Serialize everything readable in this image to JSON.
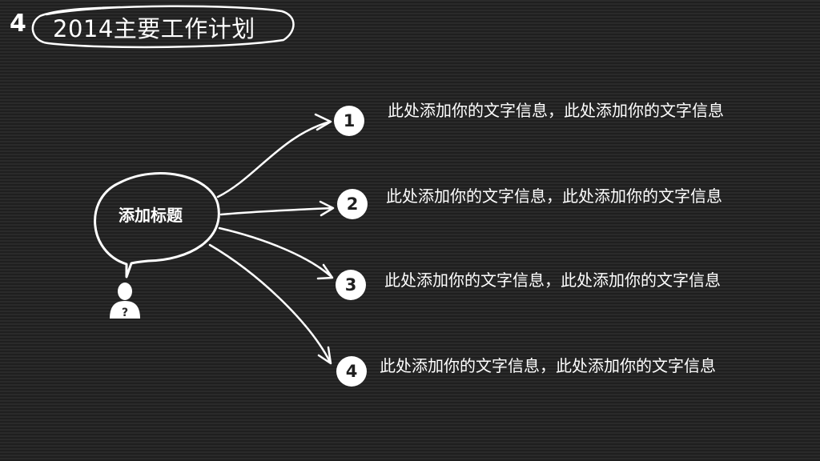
{
  "slide": {
    "section_number": "4",
    "title": "2014主要工作计划"
  },
  "bubble": {
    "title": "添加标题"
  },
  "icons": {
    "person": "unknown-person-icon"
  },
  "items": [
    {
      "number": "1",
      "text": "此处添加你的文字信息，此处添加你的文字信息"
    },
    {
      "number": "2",
      "text": "此处添加你的文字信息，此处添加你的文字信息"
    },
    {
      "number": "3",
      "text": "此处添加你的文字信息，此处添加你的文字信息"
    },
    {
      "number": "4",
      "text": "此处添加你的文字信息，此处添加你的文字信息"
    }
  ],
  "colors": {
    "background": "#262626",
    "foreground": "#ffffff"
  }
}
